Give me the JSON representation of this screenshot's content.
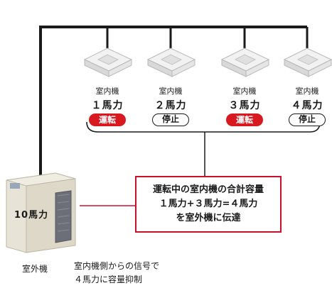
{
  "indoor_units": [
    {
      "label": "室内機",
      "hp": "１馬力",
      "status": "運転",
      "state": "run"
    },
    {
      "label": "室内機",
      "hp": "２馬力",
      "status": "停止",
      "state": "stop"
    },
    {
      "label": "室内機",
      "hp": "３馬力",
      "status": "運転",
      "state": "run"
    },
    {
      "label": "室内機",
      "hp": "４馬力",
      "status": "停止",
      "state": "stop"
    }
  ],
  "info_box": {
    "line1": "運転中の室内機の合計容量",
    "line2": "１馬力+３馬力=４馬力",
    "line3": "を室外機に伝達"
  },
  "outdoor_unit": {
    "hp": "10馬力",
    "label": "室外機"
  },
  "note": {
    "line1": "室内機側からの信号で",
    "line2": "４馬力に容量抑制"
  },
  "colors": {
    "running": "#d81920",
    "stopped": "#ffffff",
    "accent_line": "#c8102e",
    "pipe": "#1a1a1a"
  }
}
